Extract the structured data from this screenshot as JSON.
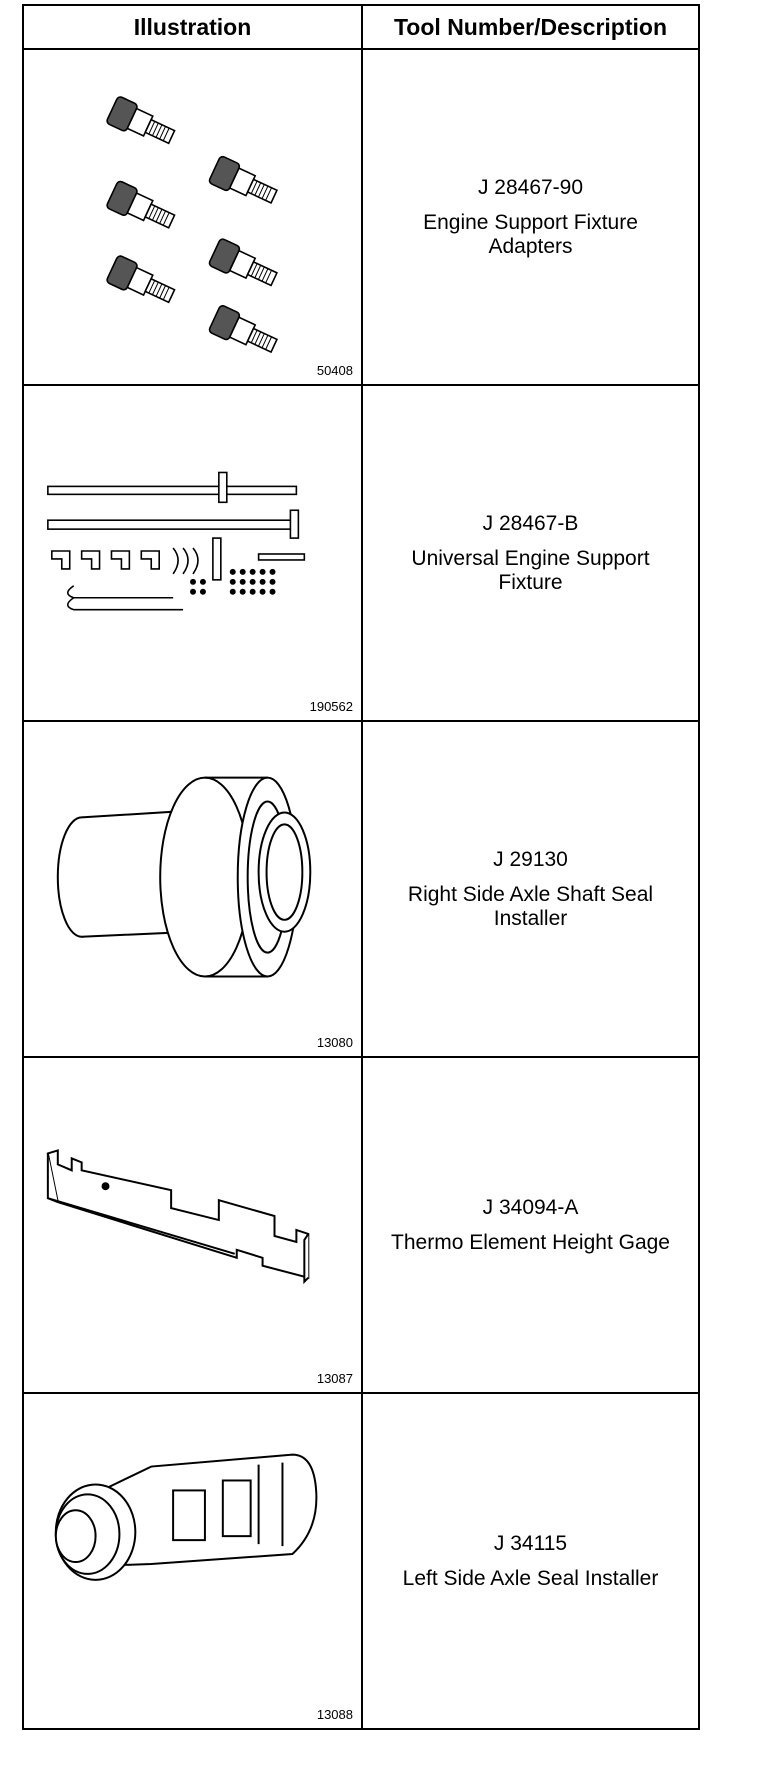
{
  "table": {
    "headers": [
      "Illustration",
      "Tool Number/Description"
    ],
    "rows": [
      {
        "figure": "50408",
        "number": "J 28467-90",
        "description": "Engine Support Fixture Adapters"
      },
      {
        "figure": "190562",
        "number": "J 28467-B",
        "description": "Universal Engine Support Fixture"
      },
      {
        "figure": "13080",
        "number": "J 29130",
        "description": "Right Side Axle Shaft Seal Installer"
      },
      {
        "figure": "13087",
        "number": "J 34094-A",
        "description": "Thermo Element Height Gage"
      },
      {
        "figure": "13088",
        "number": "J 34115",
        "description": "Left Side Axle Seal Installer"
      }
    ]
  }
}
